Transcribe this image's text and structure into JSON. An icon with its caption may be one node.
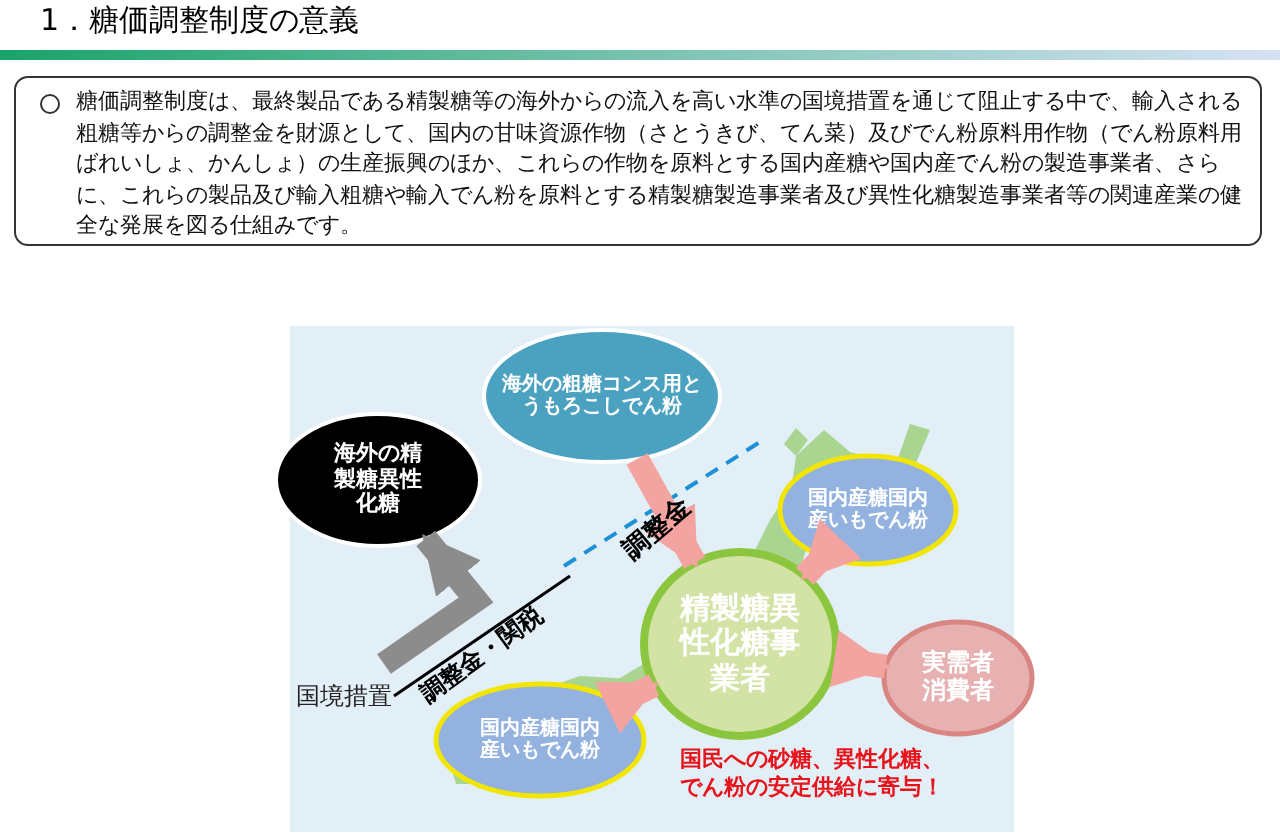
{
  "diagram": {
    "title": "1．糖価調整制度の意義",
    "nodes": [
      {
        "text": [
          "糖価調整制度は、最終製品である精製糖等の海外からの流入を高い水準の国境措置を通じて阻止する中で、輸入される粗糖等からの調整金を財源として、国内の甘味資源作物（さとうきび、てん菜）及びでん粉原料用作物（でん粉原料用ばれいしょ、かんしょ）の生産振興のほか、これらの作物を原料とする国内産糖や国内産でん粉の製造事業者、さらに、これらの製品及び輸入粗糖や輸入でん粉を原料とする精製糖製造事業者及び異性化糖製造事業者等の関連産業の健全な発展を図る仕組みです。"
        ]
      },
      {
        "text": [
          "海外の精製糖異性化糖"
        ]
      },
      {
        "text": [
          "海外の粗糖コンス用とうもろこしでん粉"
        ]
      },
      {
        "text": [
          "国内産糖国内産いもでん粉"
        ]
      },
      {
        "text": [
          "精製糖異性化糖事業者"
        ]
      },
      {
        "text": [
          "実需者消費者"
        ]
      },
      {
        "text": [
          "国内産糖国内産いもでん粉"
        ]
      }
    ],
    "edges": [
      {
        "from": 2,
        "to": 4,
        "arrow": "to"
      },
      {
        "from": 3,
        "to": 4,
        "arrow": "to"
      },
      {
        "from": 6,
        "to": 4,
        "arrow": "to"
      },
      {
        "from": 4,
        "to": 5,
        "arrow": "to"
      },
      {
        "from": null,
        "to": 1,
        "arrow": "to",
        "color": "#8c8c8c"
      }
    ],
    "labels": [
      "調整金",
      "国境措置",
      "調整金・関税",
      "国民への砂糖、異性化糖、でん粉の安定供給に寄与！"
    ]
  }
}
